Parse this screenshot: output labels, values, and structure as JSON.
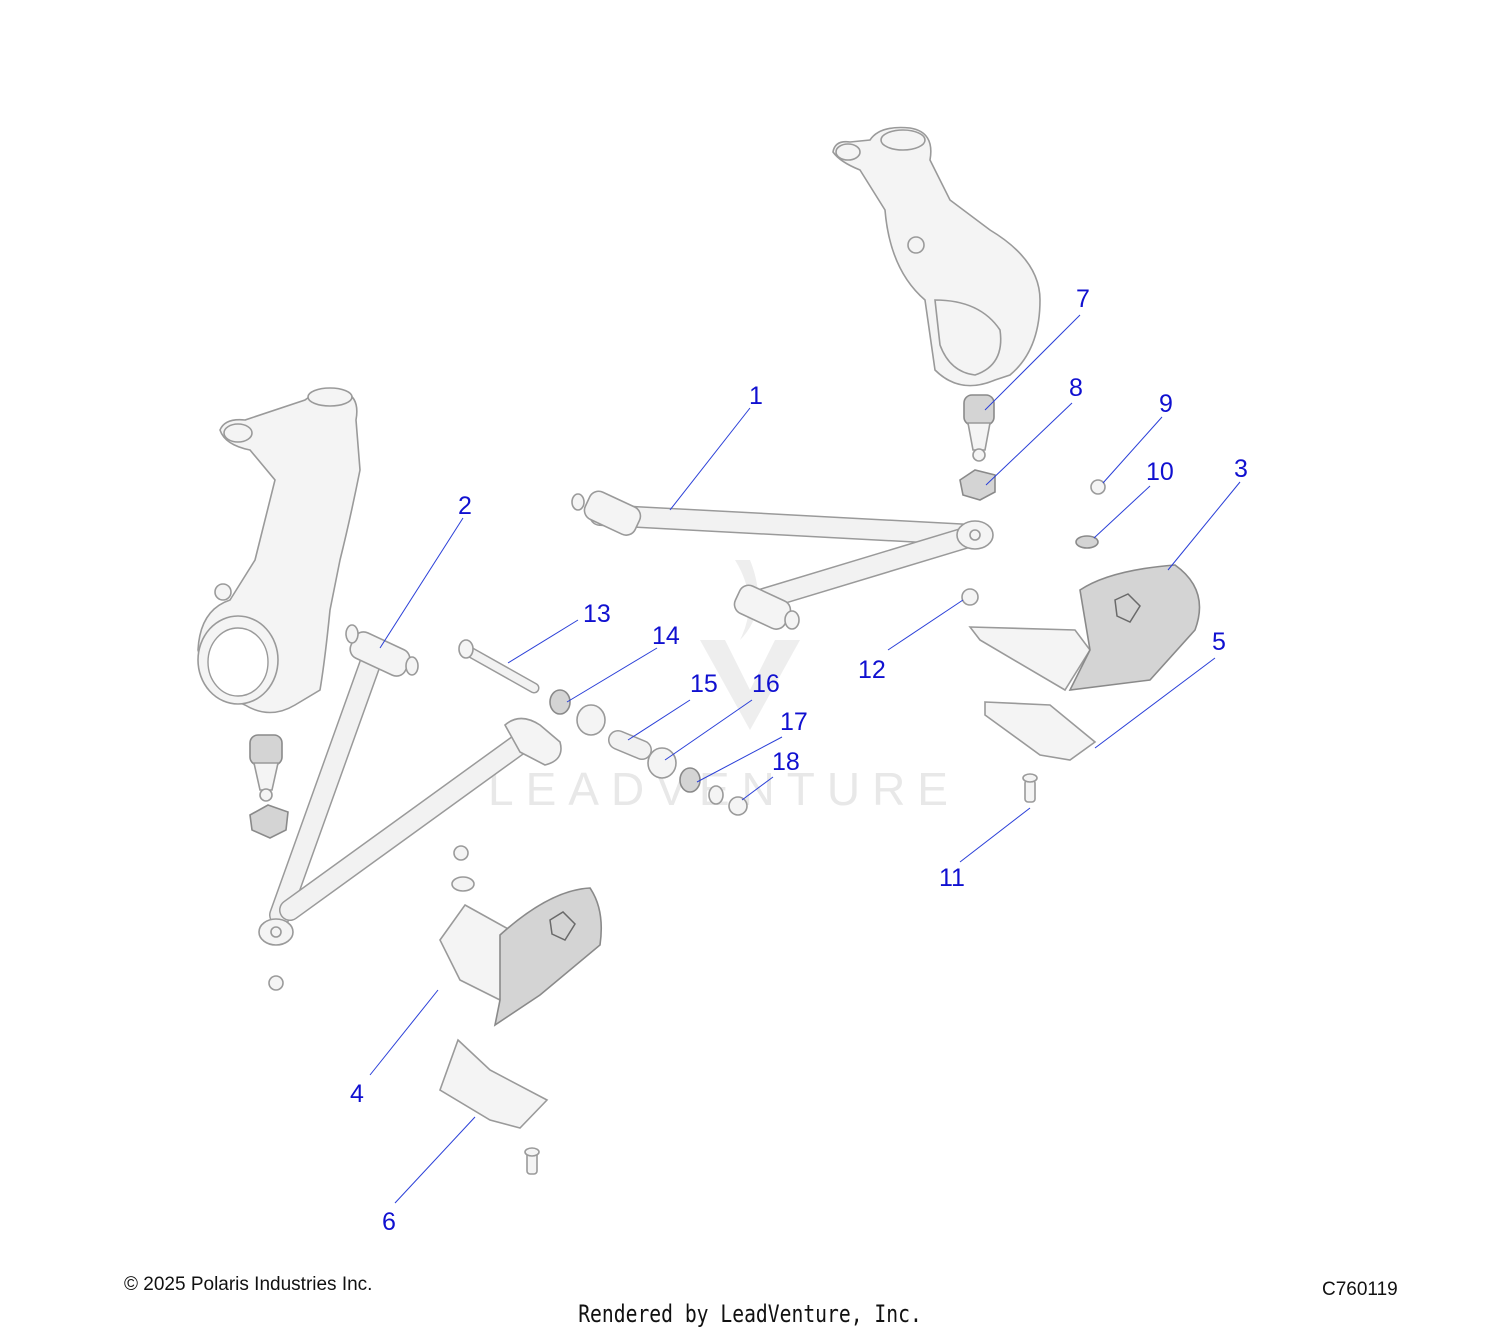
{
  "callouts": [
    "1",
    "2",
    "3",
    "4",
    "5",
    "6",
    "7",
    "8",
    "9",
    "10",
    "11",
    "12",
    "13",
    "14",
    "15",
    "16",
    "17",
    "18"
  ],
  "watermark": "LEADVENTURE",
  "footer": {
    "copyright": "© 2025 Polaris Industries Inc.",
    "drawing_id": "C760119",
    "render_note": "Rendered by LeadVenture, Inc."
  },
  "colors": {
    "callout": "#1010d0",
    "leader": "#2a3fd8",
    "part_stroke": "#9a9a9a"
  }
}
